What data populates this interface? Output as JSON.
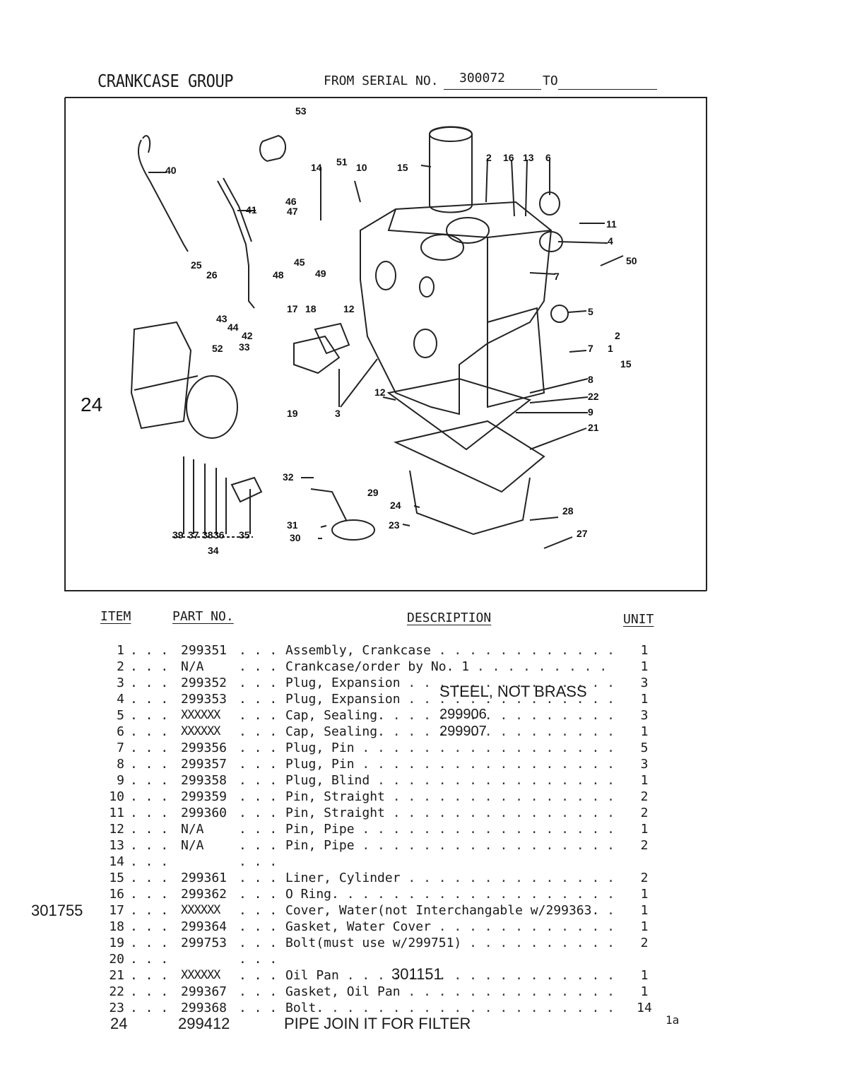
{
  "header": {
    "title": "CRANKCASE GROUP",
    "from_label": "FROM SERIAL NO.",
    "serial": "300072",
    "to_label": "TO"
  },
  "diagram": {
    "callouts": [
      "53",
      "40",
      "41",
      "46",
      "47",
      "25",
      "26",
      "45",
      "48",
      "49",
      "43",
      "44",
      "42",
      "17",
      "18",
      "12",
      "14",
      "51",
      "10",
      "15",
      "2",
      "16",
      "13",
      "6",
      "11",
      "4",
      "50",
      "7",
      "5",
      "1",
      "15",
      "8",
      "22",
      "9",
      "21",
      "52",
      "33",
      "24",
      "19",
      "3",
      "12",
      "32",
      "29",
      "39",
      "37",
      "38",
      "36",
      "35",
      "34",
      "31",
      "30",
      "24",
      "23",
      "28",
      "27"
    ]
  },
  "columns": {
    "item": "ITEM",
    "part": "PART NO.",
    "description": "DESCRIPTION",
    "unit": "UNIT"
  },
  "rows": [
    {
      "item": "1",
      "part": "299351",
      "desc": "Assembly, Crankcase",
      "unit": "1"
    },
    {
      "item": "2",
      "part": "N/A",
      "desc": "Crankcase/order by No. 1",
      "unit": "1"
    },
    {
      "item": "3",
      "part": "299352",
      "desc": "Plug, Expansion",
      "unit": "3"
    },
    {
      "item": "4",
      "part": "299353",
      "desc": "Plug, Expansion",
      "unit": "1"
    },
    {
      "item": "5",
      "part": "XXXXXX",
      "desc": "Cap, Sealing.",
      "unit": "3"
    },
    {
      "item": "6",
      "part": "XXXXXX",
      "desc": "Cap, Sealing.",
      "unit": "1"
    },
    {
      "item": "7",
      "part": "299356",
      "desc": "Plug, Pin",
      "unit": "5"
    },
    {
      "item": "8",
      "part": "299357",
      "desc": "Plug, Pin",
      "unit": "3"
    },
    {
      "item": "9",
      "part": "299358",
      "desc": "Plug, Blind",
      "unit": "1"
    },
    {
      "item": "10",
      "part": "299359",
      "desc": "Pin, Straight",
      "unit": "2"
    },
    {
      "item": "11",
      "part": "299360",
      "desc": "Pin, Straight",
      "unit": "2"
    },
    {
      "item": "12",
      "part": "N/A",
      "desc": "Pin, Pipe",
      "unit": "1"
    },
    {
      "item": "13",
      "part": "N/A",
      "desc": "Pin, Pipe",
      "unit": "2"
    },
    {
      "item": "14",
      "part": "",
      "desc": "",
      "unit": ""
    },
    {
      "item": "15",
      "part": "299361",
      "desc": "Liner, Cylinder",
      "unit": "2"
    },
    {
      "item": "16",
      "part": "299362",
      "desc": "O Ring.",
      "unit": "1"
    },
    {
      "item": "17",
      "part": "XXXXXX",
      "desc": "Cover, Water(not Interchangable w/299363.",
      "unit": "1"
    },
    {
      "item": "18",
      "part": "299364",
      "desc": "Gasket, Water Cover",
      "unit": "1"
    },
    {
      "item": "19",
      "part": "299753",
      "desc": "Bolt(must use w/299751)",
      "unit": "2"
    },
    {
      "item": "20",
      "part": "",
      "desc": "",
      "unit": ""
    },
    {
      "item": "21",
      "part": "XXXXXX",
      "desc": "Oil Pan",
      "unit": "1"
    },
    {
      "item": "22",
      "part": "299367",
      "desc": "Gasket, Oil Pan",
      "unit": "1"
    },
    {
      "item": "23",
      "part": "299368",
      "desc": "Bolt.",
      "unit": "14"
    }
  ],
  "handwritten": {
    "steel_note": "STEEL, NOT BRASS",
    "cap5_new": "299906",
    "cap6_new": "299907",
    "cover17_new": "301755",
    "oilpan_new": "301151",
    "item24": {
      "item": "24",
      "part": "299412",
      "desc": "PIPE JOIN IT FOR FILTER"
    }
  },
  "page_number": "1a"
}
